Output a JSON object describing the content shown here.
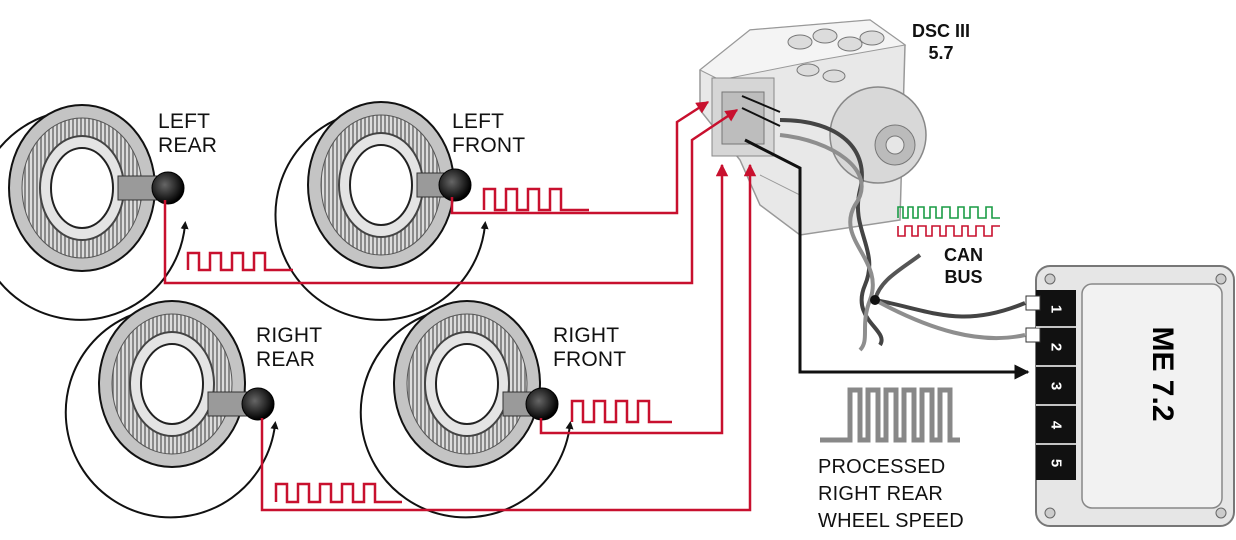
{
  "sensors": {
    "left_rear": "LEFT\nREAR",
    "left_front": "LEFT\nFRONT",
    "right_rear": "RIGHT\nREAR",
    "right_front": "RIGHT\nFRONT"
  },
  "dsc_label": "DSC III\n5.7",
  "can_label": "CAN\nBUS",
  "ecm_label": "ME 7.2",
  "ecm_pins": [
    "1",
    "2",
    "3",
    "4",
    "5"
  ],
  "processed_label": "PROCESSED\nRIGHT REAR\nWHEEL SPEED",
  "colors": {
    "signal": "#c8102e",
    "wire": "#111111",
    "can_high": "#1a9c45",
    "can_low": "#c8102e"
  }
}
